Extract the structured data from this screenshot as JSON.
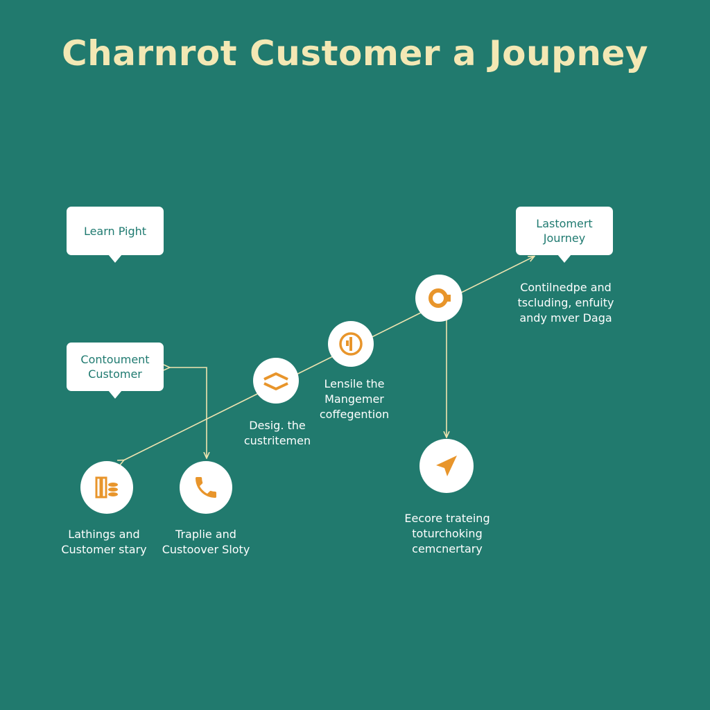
{
  "title": "Charnrot Customer a Joupney",
  "colors": {
    "background": "#217a6e",
    "title": "#f3e8b4",
    "connector": "#efe4b0",
    "icon": "#e8952b",
    "bubble_text": "#1f7a70"
  },
  "bubbles": [
    {
      "id": "learn",
      "text": "Learn Pight"
    },
    {
      "id": "contoument",
      "text": "Contoument\nCustomer"
    },
    {
      "id": "lastomert",
      "text": "Lastomert\nJourney"
    }
  ],
  "nodes": [
    {
      "id": "lathings",
      "icon": "database-icon",
      "caption": "Lathings and\nCustomer stary"
    },
    {
      "id": "traplie",
      "icon": "phone-icon",
      "caption": "Traplie and\nCustoover Sloty"
    },
    {
      "id": "design",
      "icon": "chevrons-icon",
      "caption": "Desig. the\ncustritemen"
    },
    {
      "id": "lensile",
      "icon": "info-circle-icon",
      "caption": "Lensile the\nMangemer\ncoffegention"
    },
    {
      "id": "gear",
      "icon": "gear-icon",
      "caption": "Contilnedpe and\ntscluding, enfuity\nandy mver Daga"
    },
    {
      "id": "eecore",
      "icon": "send-icon",
      "caption": "Eecore trateing\ntoturchoking\ncemcnertary"
    }
  ]
}
